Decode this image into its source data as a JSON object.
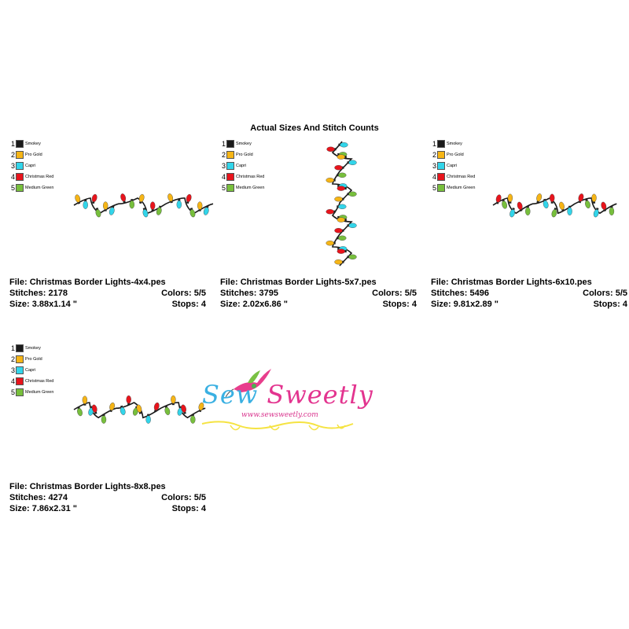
{
  "title": "Actual Sizes And Stitch Counts",
  "legend": [
    {
      "num": "1",
      "name": "Smokey",
      "color": "#1a1a1a"
    },
    {
      "num": "2",
      "name": "Pro Gold",
      "color": "#f6b516"
    },
    {
      "num": "3",
      "name": "Capri",
      "color": "#32d5ea"
    },
    {
      "num": "4",
      "name": "Christmas Red",
      "color": "#e8141c"
    },
    {
      "num": "5",
      "name": "Medium Green",
      "color": "#77bf3c"
    }
  ],
  "file_label": "File:",
  "stitches_label": "Stitches:",
  "colors_label": "Colors:",
  "size_label": "Size:",
  "stops_label": "Stops:",
  "designs": [
    {
      "file": "Christmas Border Lights-4x4.pes",
      "stitches": "2178",
      "colors": "5/5",
      "size": "3.88x1.14 \"",
      "stops": "4"
    },
    {
      "file": "Christmas Border Lights-5x7.pes",
      "stitches": "3795",
      "colors": "5/5",
      "size": "2.02x6.86 \"",
      "stops": "4"
    },
    {
      "file": "Christmas Border Lights-6x10.pes",
      "stitches": "5496",
      "colors": "5/5",
      "size": "9.81x2.89 \"",
      "stops": "4"
    },
    {
      "file": "Christmas Border Lights-8x8.pes",
      "stitches": "4274",
      "colors": "5/5",
      "size": "7.86x2.31 \"",
      "stops": "4"
    }
  ],
  "logo": {
    "word1": "Sew",
    "word2": "Sweetly",
    "url": "www.sewsweetly.com"
  }
}
